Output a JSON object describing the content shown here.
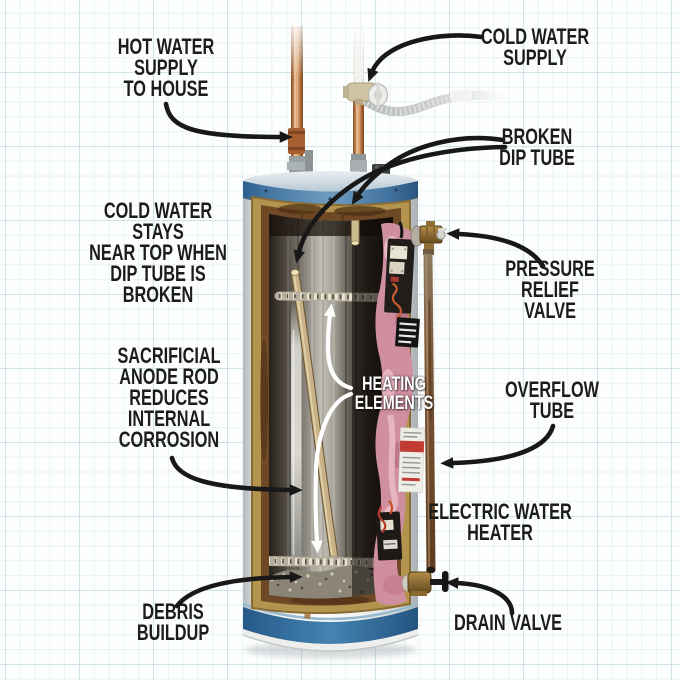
{
  "title": "Electric water heater cutaway diagram with broken dip tube",
  "labels": {
    "hot_water_supply": "HOT WATER\nSUPPLY\nTO HOUSE",
    "cold_water_supply": "COLD WATER\nSUPPLY",
    "broken_dip_tube": "BROKEN\nDIP TUBE",
    "cold_water_note": "COLD WATER STAYS\nNEAR TOP WHEN\nDIP TUBE IS BROKEN",
    "pressure_relief_valve": "PRESSURE\nRELIEF\nVALVE",
    "anode_note": "SACRIFICIAL\nANODE ROD\nREDUCES\nINTERNAL\nCORROSION",
    "heating_elements": "HEATING\nELEMENTS",
    "overflow_tube": "OVERFLOW\nTUBE",
    "electric_water_heater": "ELECTRIC WATER\nHEATER",
    "debris_buildup": "DEBRIS\nBUILDUP",
    "drain_valve": "DRAIN VALVE"
  },
  "colors": {
    "paper": "#fdfefe",
    "grid_major": "#cfe3e8",
    "grid_minor": "#eaf2f4",
    "label_text": "#1c1c1a",
    "callout_arrow": "#181818",
    "heater_blue_band": "#4a7da8",
    "bottom_stripe_blue": "#2f6da0",
    "copper_pipe": "#b5794a",
    "insulation_pink": "#d493a3",
    "rust_frame": "#6f4826",
    "tank_wall_gray": "#b9b6ae",
    "dip_tube_beige": "#c9b287",
    "brass_valve": "#a5803f"
  }
}
